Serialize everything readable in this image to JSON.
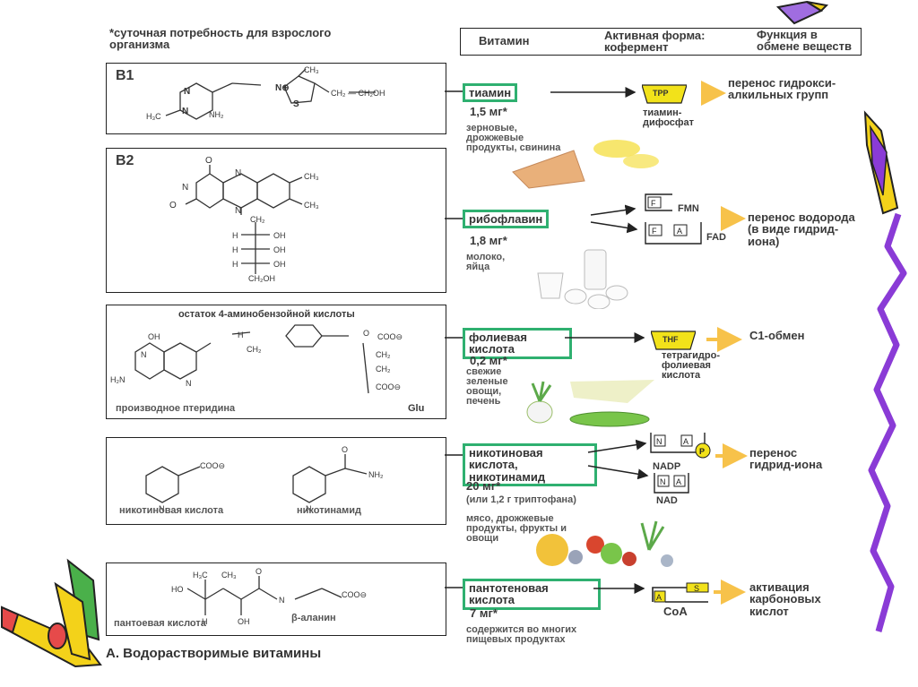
{
  "header": {
    "note": "*суточная потребность для взрослого организма",
    "col_vitamin": "Витамин",
    "col_active": "Активная форма: кофермент",
    "col_function": "Функция в обмене веществ"
  },
  "rows": [
    {
      "id": "b1",
      "label": "B1",
      "vitamin": "тиамин",
      "dose": "1,5 мг*",
      "sources": "зерновые, дрожжевые продукты, свинина",
      "coenzyme_tag": "TPP",
      "coenzyme_name": "тиамин-дифосфат",
      "function": "перенос гидрокси-алкильных групп"
    },
    {
      "id": "b2",
      "label": "B2",
      "vitamin": "рибофлавин",
      "dose": "1,8 мг*",
      "sources": "молоко, яйца",
      "coenzyme_tags": [
        "FMN",
        "FAD"
      ],
      "function": "перенос водорода (в виде гидрид-иона)"
    },
    {
      "id": "folate",
      "structure_caption": "остаток 4-аминобензойной кислоты",
      "structure_footer_left": "производное птеридина",
      "structure_footer_right": "Glu",
      "vitamin": "фолиевая кислота",
      "dose": "0,2 мг*",
      "sources": "свежие зеленые овощи, печень",
      "coenzyme_tag": "THF",
      "coenzyme_name": "тетрагидро-фолиевая кислота",
      "function": "C1-обмен"
    },
    {
      "id": "niacin",
      "structure_left_caption": "никотиновая кислота",
      "structure_right_caption": "никотинамид",
      "vitamin": "никотиновая кислота, никотинамид",
      "dose": "20 мг*",
      "dose_note": "(или 1,2 г триптофана)",
      "sources": "мясо, дрожжевые продукты, фрукты и овощи",
      "coenzyme_tags": [
        "NADP",
        "NAD"
      ],
      "function": "перенос гидрид-иона"
    },
    {
      "id": "pantothenic",
      "structure_left_caption": "пантоевая кислота",
      "structure_right_caption": "β-аланин",
      "vitamin": "пантотеновая кислота",
      "dose": "7 мг*",
      "sources": "содержится во многих пищевых продуктах",
      "coenzyme_tag": "CoA",
      "function": "активация карбоновых кислот"
    }
  ],
  "footer": {
    "title": "А. Водорастворимые витамины"
  },
  "colors": {
    "vitamin_border": "#2fb070",
    "coenzyme_fill": "#f2e21a",
    "function_arrow": "#f7c24a",
    "deco_purple": "#8a3bd6",
    "deco_yellow": "#f3d21a"
  }
}
